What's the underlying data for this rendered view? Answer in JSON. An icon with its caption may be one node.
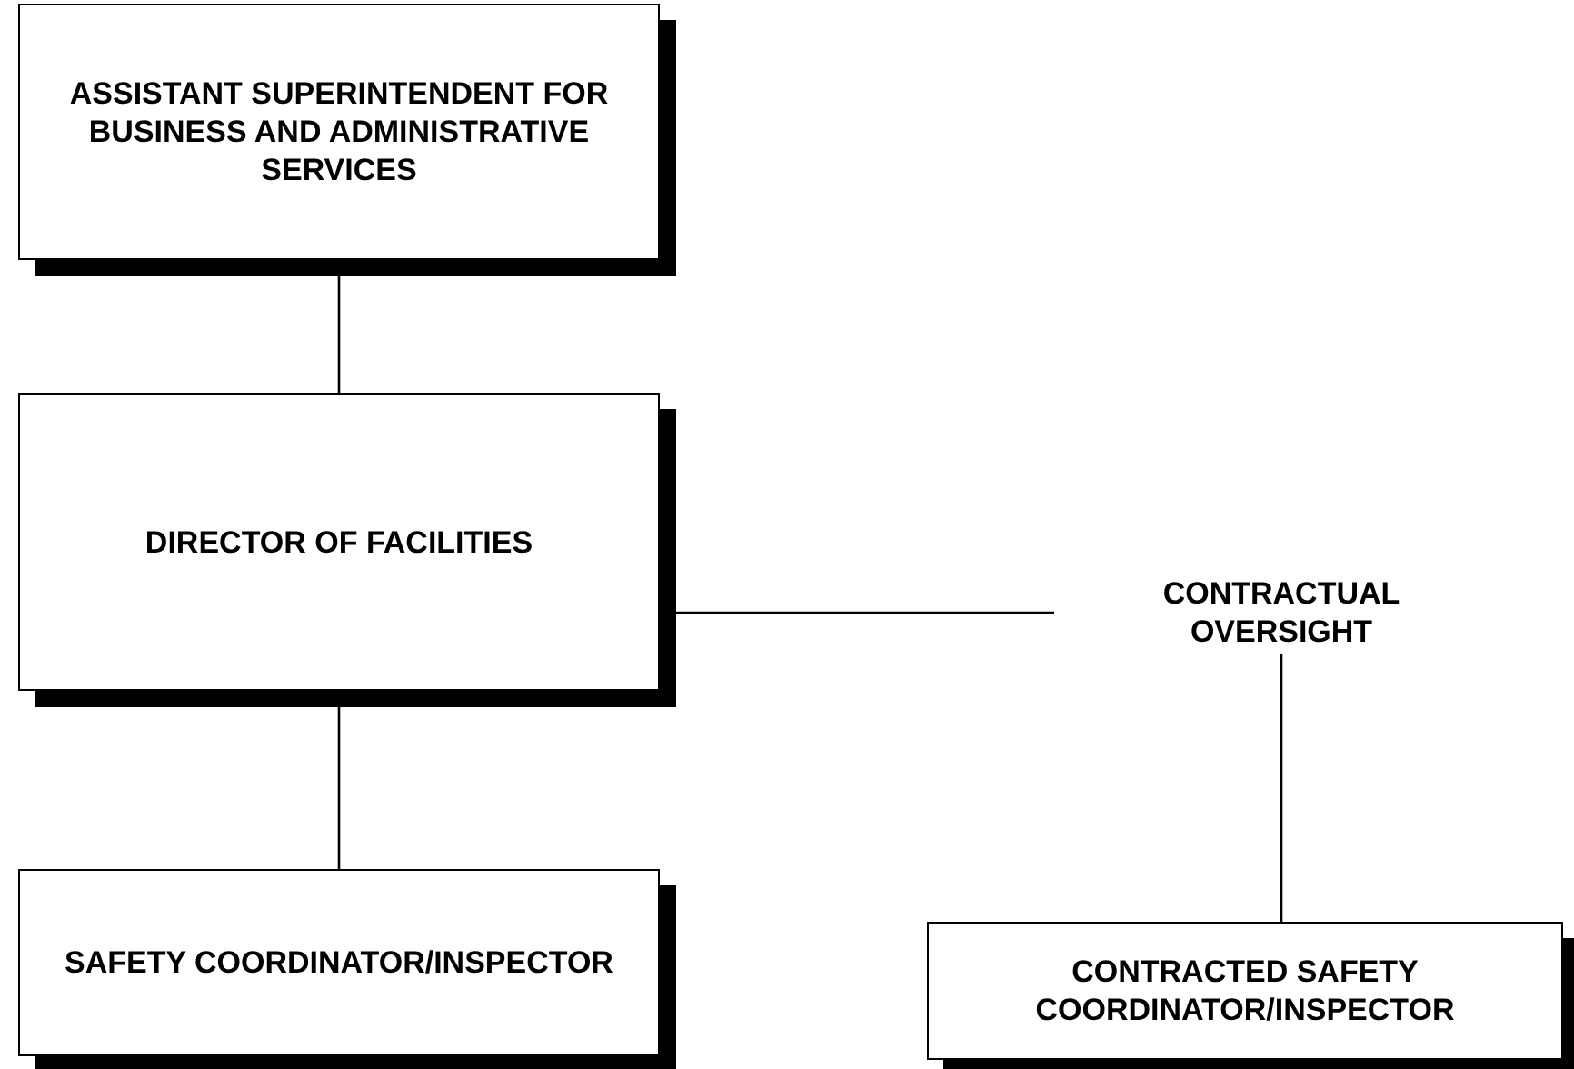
{
  "diagram": {
    "nodes": [
      {
        "text": [
          "ASSISTANT SUPERINTENDENT FOR BUSINESS AND ADMINISTRATIVE SERVICES"
        ]
      },
      {
        "text": [
          "DIRECTOR OF FACILITIES"
        ]
      },
      {
        "text": [
          "SAFETY COORDINATOR/INSPECTOR"
        ]
      },
      {
        "text": [
          "CONTRACTUAL OVERSIGHT"
        ]
      },
      {
        "text": [
          "CONTRACTED SAFETY COORDINATOR/INSPECTOR"
        ]
      }
    ],
    "edges": [
      {
        "from": 0,
        "to": 1,
        "arrow": "none"
      },
      {
        "from": 1,
        "to": 3,
        "arrow": "none"
      },
      {
        "from": 1,
        "to": 2,
        "arrow": "none"
      },
      {
        "from": 3,
        "to": 4,
        "arrow": "none"
      }
    ]
  }
}
